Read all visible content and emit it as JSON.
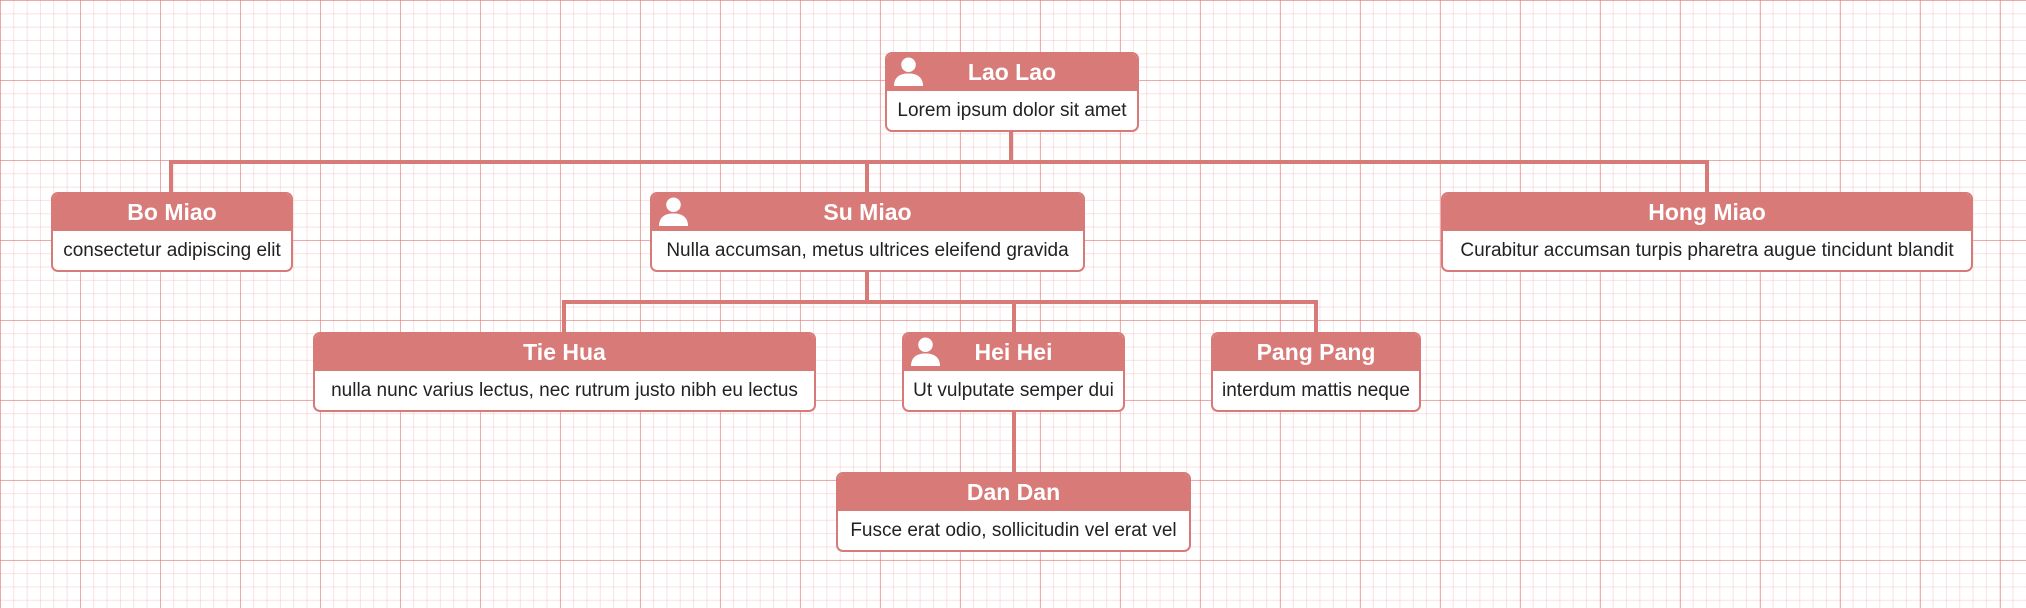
{
  "colors": {
    "node_header": "#d87a78",
    "node_border": "#d87a78",
    "connector": "#d87a78",
    "header_text": "#ffffff",
    "body_text": "#222222"
  },
  "nodes": {
    "lao_lao": {
      "name": "Lao Lao",
      "description": "Lorem ipsum dolor sit amet",
      "icon": "person-icon"
    },
    "bo_miao": {
      "name": "Bo Miao",
      "description": "consectetur adipiscing elit"
    },
    "su_miao": {
      "name": "Su Miao",
      "description": "Nulla accumsan, metus ultrices eleifend gravida",
      "icon": "person-icon"
    },
    "hong_miao": {
      "name": "Hong Miao",
      "description": "Curabitur accumsan turpis pharetra augue tincidunt blandit"
    },
    "tie_hua": {
      "name": "Tie Hua",
      "description": "nulla nunc varius lectus, nec rutrum justo nibh eu lectus"
    },
    "hei_hei": {
      "name": "Hei Hei",
      "description": "Ut vulputate semper dui",
      "icon": "person-icon"
    },
    "pang_pang": {
      "name": "Pang Pang",
      "description": "interdum mattis neque"
    },
    "dan_dan": {
      "name": "Dan Dan",
      "description": "Fusce erat odio, sollicitudin vel erat vel"
    }
  }
}
